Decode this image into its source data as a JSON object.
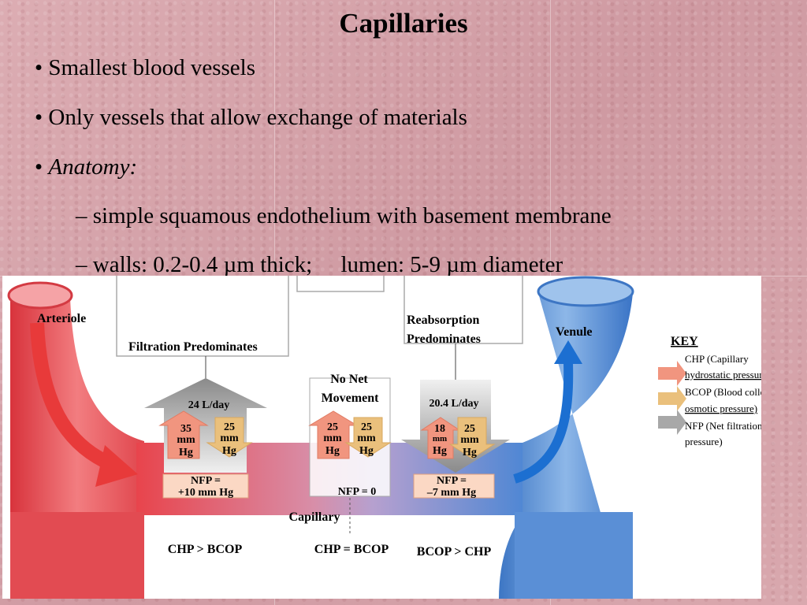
{
  "slide": {
    "title": "Capillaries",
    "bullets": [
      "• Smallest blood vessels",
      "• Only vessels that allow exchange of materials",
      "• "
    ],
    "anatomy_label": "Anatomy:",
    "subbullets": [
      "– simple squamous endothelium with basement membrane",
      "– walls: 0.2-0.4 µm thick;     lumen: 5-9 µm diameter"
    ]
  },
  "diagram": {
    "arteriole": "Arteriole",
    "venule": "Venule",
    "capillary": "Capillary",
    "filtration_label": "Filtration Predominates",
    "no_net_1": "No Net",
    "no_net_2": "Movement",
    "reabsorption_1": "Reabsorption",
    "reabsorption_2": "Predominates",
    "left_flow": "24 L/day",
    "right_flow": "20.4 L/day",
    "left_chp": [
      "35",
      "mm",
      "Hg"
    ],
    "left_bcop": [
      "25",
      "mm",
      "Hg"
    ],
    "mid_chp": [
      "25",
      "mm",
      "Hg"
    ],
    "mid_bcop": [
      "25",
      "mm",
      "Hg"
    ],
    "right_chp": [
      "18",
      "mm",
      "Hg"
    ],
    "right_bcop": [
      "25",
      "mm",
      "Hg"
    ],
    "nfp_left_1": "NFP =",
    "nfp_left_2": "+10 mm Hg",
    "nfp_mid": "NFP = 0",
    "nfp_right_1": "NFP =",
    "nfp_right_2": "–7 mm Hg",
    "rel_left": "CHP > BCOP",
    "rel_mid": "CHP = BCOP",
    "rel_right": "BCOP > CHP",
    "key_title": "KEY",
    "key_chp_1": "CHP (Capillary",
    "key_chp_2": "hydrostatic pressure)",
    "key_bcop_1": "BCOP (Blood colloid",
    "key_bcop_2": "osmotic pressure)",
    "key_nfp_1": "NFP (Net filtration",
    "key_nfp_2": "pressure)"
  },
  "colors": {
    "arteriole": "#e8444c",
    "venule": "#3f7fd0",
    "chp_arrow": "#f1957f",
    "bcop_arrow": "#eac07c",
    "nfp_arrow": "#9a9a9a",
    "nfp_box": "#fbd8c4"
  }
}
